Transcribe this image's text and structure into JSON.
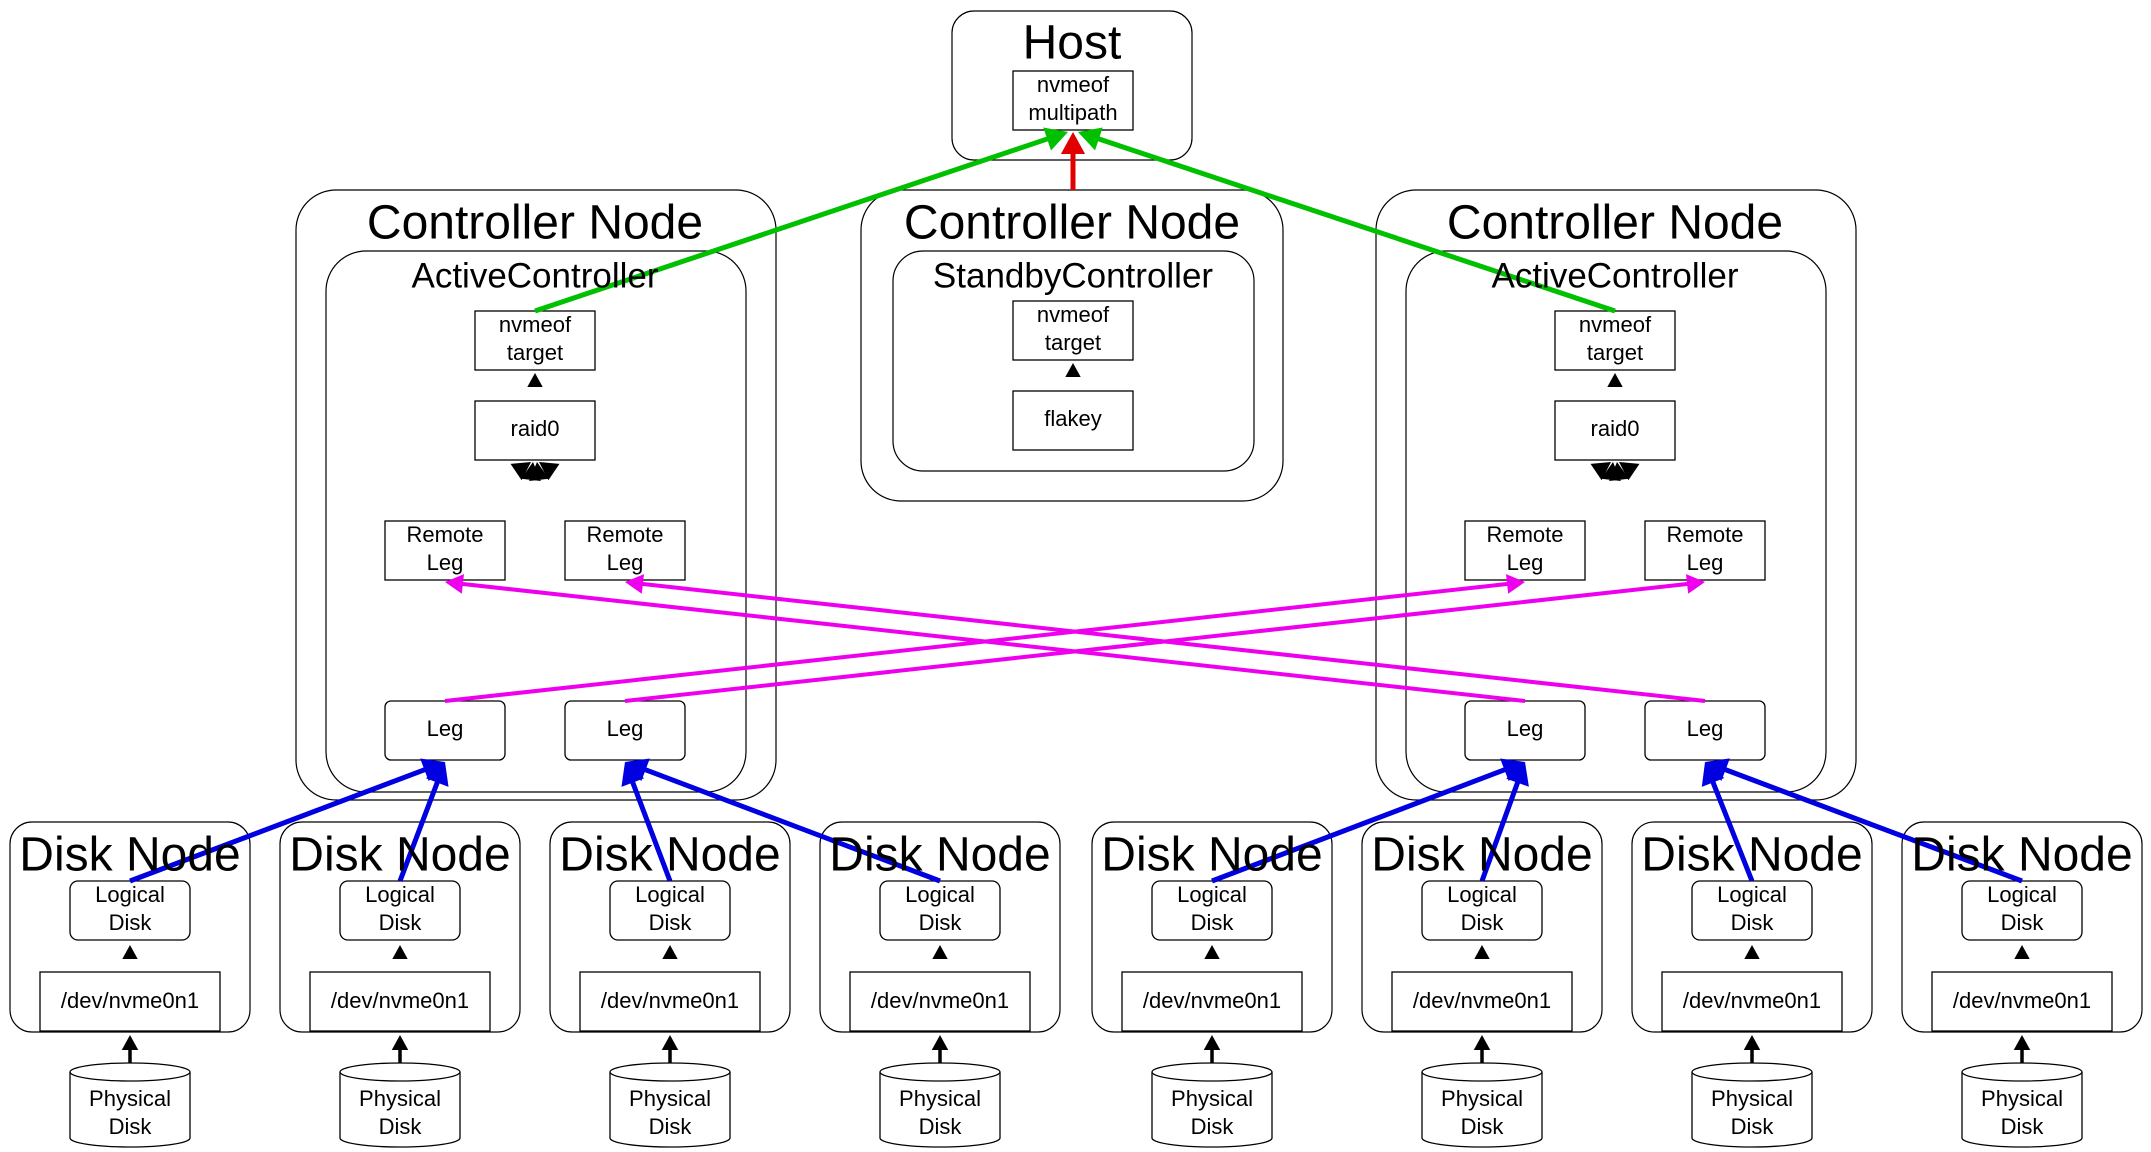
{
  "host": {
    "title": "Host",
    "box_lines": [
      "nvmeof",
      "multipath"
    ]
  },
  "controllers": [
    {
      "title": "Controller Node",
      "inner_title": "ActiveController",
      "target_lines": [
        "nvmeof",
        "target"
      ],
      "raid_label": "raid0",
      "remote_legs": [
        [
          "Remote",
          "Leg"
        ],
        [
          "Remote",
          "Leg"
        ]
      ],
      "legs": [
        "Leg",
        "Leg"
      ]
    },
    {
      "title": "Controller Node",
      "inner_title": "StandbyController",
      "target_lines": [
        "nvmeof",
        "target"
      ],
      "flakey_label": "flakey"
    },
    {
      "title": "Controller Node",
      "inner_title": "ActiveController",
      "target_lines": [
        "nvmeof",
        "target"
      ],
      "raid_label": "raid0",
      "remote_legs": [
        [
          "Remote",
          "Leg"
        ],
        [
          "Remote",
          "Leg"
        ]
      ],
      "legs": [
        "Leg",
        "Leg"
      ]
    }
  ],
  "disk_nodes": [
    {
      "title": "Disk Node",
      "logical_lines": [
        "Logical",
        "Disk"
      ],
      "device": "/dev/nvme0n1",
      "physical_lines": [
        "Physical",
        "Disk"
      ]
    },
    {
      "title": "Disk Node",
      "logical_lines": [
        "Logical",
        "Disk"
      ],
      "device": "/dev/nvme0n1",
      "physical_lines": [
        "Physical",
        "Disk"
      ]
    },
    {
      "title": "Disk Node",
      "logical_lines": [
        "Logical",
        "Disk"
      ],
      "device": "/dev/nvme0n1",
      "physical_lines": [
        "Physical",
        "Disk"
      ]
    },
    {
      "title": "Disk Node",
      "logical_lines": [
        "Logical",
        "Disk"
      ],
      "device": "/dev/nvme0n1",
      "physical_lines": [
        "Physical",
        "Disk"
      ]
    },
    {
      "title": "Disk Node",
      "logical_lines": [
        "Logical",
        "Disk"
      ],
      "device": "/dev/nvme0n1",
      "physical_lines": [
        "Physical",
        "Disk"
      ]
    },
    {
      "title": "Disk Node",
      "logical_lines": [
        "Logical",
        "Disk"
      ],
      "device": "/dev/nvme0n1",
      "physical_lines": [
        "Physical",
        "Disk"
      ]
    },
    {
      "title": "Disk Node",
      "logical_lines": [
        "Logical",
        "Disk"
      ],
      "device": "/dev/nvme0n1",
      "physical_lines": [
        "Physical",
        "Disk"
      ]
    },
    {
      "title": "Disk Node",
      "logical_lines": [
        "Logical",
        "Disk"
      ],
      "device": "/dev/nvme0n1",
      "physical_lines": [
        "Physical",
        "Disk"
      ]
    }
  ],
  "colors": {
    "active_path": "#00c000",
    "standby_path": "#e00000",
    "disk_link": "#0000e0",
    "remote_link": "#ee00ee",
    "internal_link": "#808080",
    "device_link": "#000000",
    "outline": "#000000"
  }
}
